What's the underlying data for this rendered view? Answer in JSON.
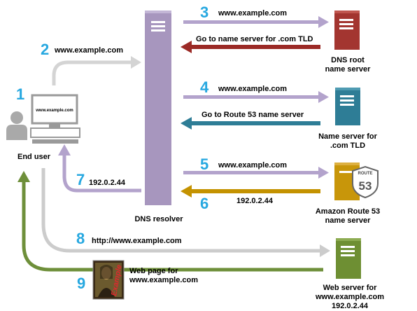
{
  "steps": {
    "s1": "1",
    "s2": "2",
    "s3": "3",
    "s4": "4",
    "s5": "5",
    "s6": "6",
    "s7": "7",
    "s8": "8",
    "s9": "9"
  },
  "labels": {
    "end_user": "End user",
    "dns_resolver": "DNS resolver",
    "root_server": "DNS root\nname server",
    "tld_server": "Name server for\n.com TLD",
    "route53_server": "Amazon Route 53\nname server",
    "web_server": "Web server for\nwww.example.com 192.0.2.44",
    "screen_text": "www.example.com",
    "route53_logo_top": "ROUTE",
    "route53_logo_num": "53",
    "painting_text": "Example"
  },
  "messages": {
    "m2": "www.example.com",
    "m3": "www.example.com",
    "m3_reply": "Go to name server for .com TLD",
    "m4": "www.example.com",
    "m4_reply": "Go to Route 53 name server",
    "m5": "www.example.com",
    "m6": "192.0.2.44",
    "m7": "192.0.2.44",
    "m8": "http://www.example.com",
    "m9": "Web page for\nwww.example.com"
  },
  "colors": {
    "step_number": "#27a8e0",
    "resolver": "#a796be",
    "root_server": "#a33530",
    "tld_server": "#2e7d96",
    "route53_server": "#c8960a",
    "web_server": "#6e8f33",
    "arrow_purple": "#b3a3cc",
    "arrow_red": "#9b2a26",
    "arrow_teal": "#2e7d96",
    "arrow_gold": "#c49200",
    "arrow_gray": "#cccccc",
    "arrow_green": "#6e8f3a"
  }
}
